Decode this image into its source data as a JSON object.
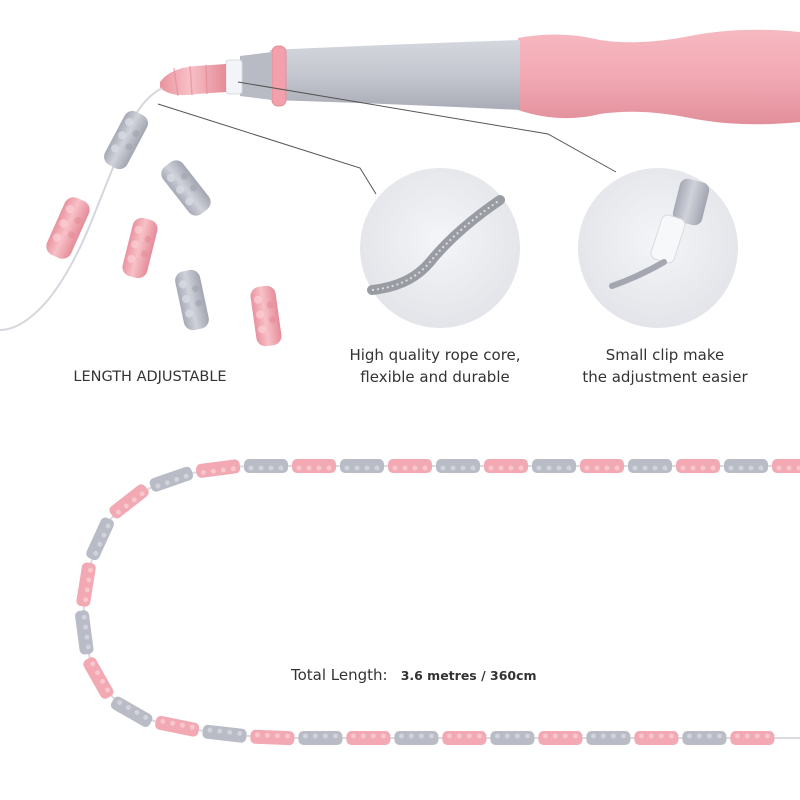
{
  "captions": {
    "length_adjustable": "LENGTH ADJUSTABLE",
    "rope_core": [
      "High quality rope core,",
      "flexible and durable"
    ],
    "small_clip": [
      "Small clip make",
      "the adjustment easier"
    ]
  },
  "total_length": {
    "label": "Total Length:",
    "value": "3.6 metres / 360cm"
  },
  "colors": {
    "bead_pink": "#f2a9b3",
    "bead_gray": "#b9bcc6",
    "handle_gray": "#c6c9d1",
    "handle_pink": "#f2aab3",
    "background": "#ffffff",
    "text": "#333333"
  }
}
